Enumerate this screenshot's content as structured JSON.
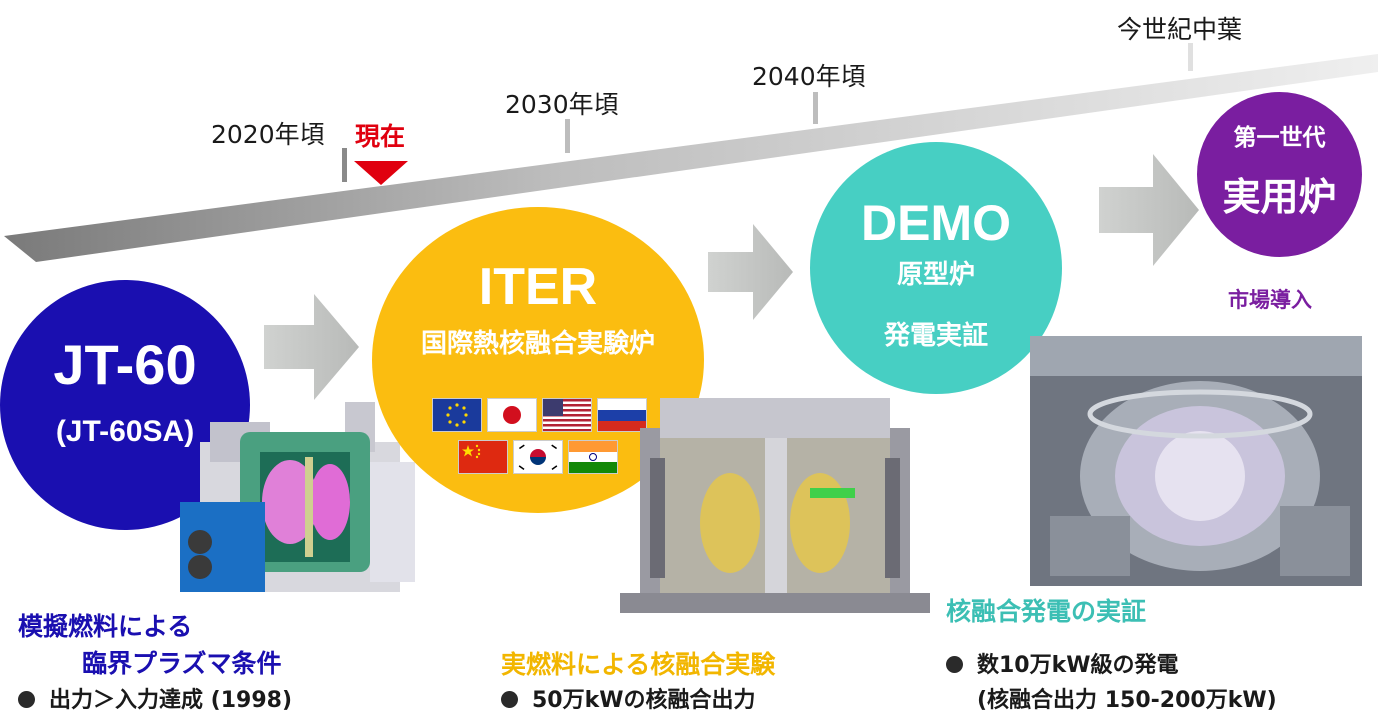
{
  "timeline": {
    "ticks": [
      {
        "label": "2020年頃"
      },
      {
        "label": "2030年頃"
      },
      {
        "label": "2040年頃"
      },
      {
        "label": "今世紀中葉"
      }
    ],
    "now_label": "現在",
    "now_color": "#e0000f"
  },
  "stages": {
    "jt60": {
      "title": "JT-60",
      "subtitle": "(JT-60SA)",
      "color": "#1a0fb0"
    },
    "iter": {
      "title": "ITER",
      "subtitle": "国際熱核融合実験炉",
      "color": "#fbbd10"
    },
    "demo": {
      "title": "DEMO",
      "line1": "原型炉",
      "line2": "発電実証",
      "color": "#47cfc3"
    },
    "commercial": {
      "line1": "第一世代",
      "line2": "実用炉",
      "caption": "市場導入",
      "color": "#7a1ea0"
    }
  },
  "flags": [
    "eu",
    "japan",
    "usa",
    "russia",
    "china",
    "korea",
    "india"
  ],
  "captions": {
    "jt60_title1": "模擬燃料による",
    "jt60_title2": "臨界プラズマ条件",
    "jt60_bullet": "出力＞入力達成 (1998)",
    "iter_title": "実燃料による核融合実験",
    "iter_bullet": "50万kWの核融合出力",
    "demo_title": "核融合発電の実証",
    "demo_bullet1": "数10万kW級の発電",
    "demo_bullet2": "(核融合出力 150-200万kW)"
  },
  "colors": {
    "jt60_caption": "#1a0fb0",
    "iter_caption": "#f2b600",
    "demo_caption": "#3cbfb4",
    "wedge": "#c8c8c8",
    "arrow": "#c4c6c4"
  }
}
